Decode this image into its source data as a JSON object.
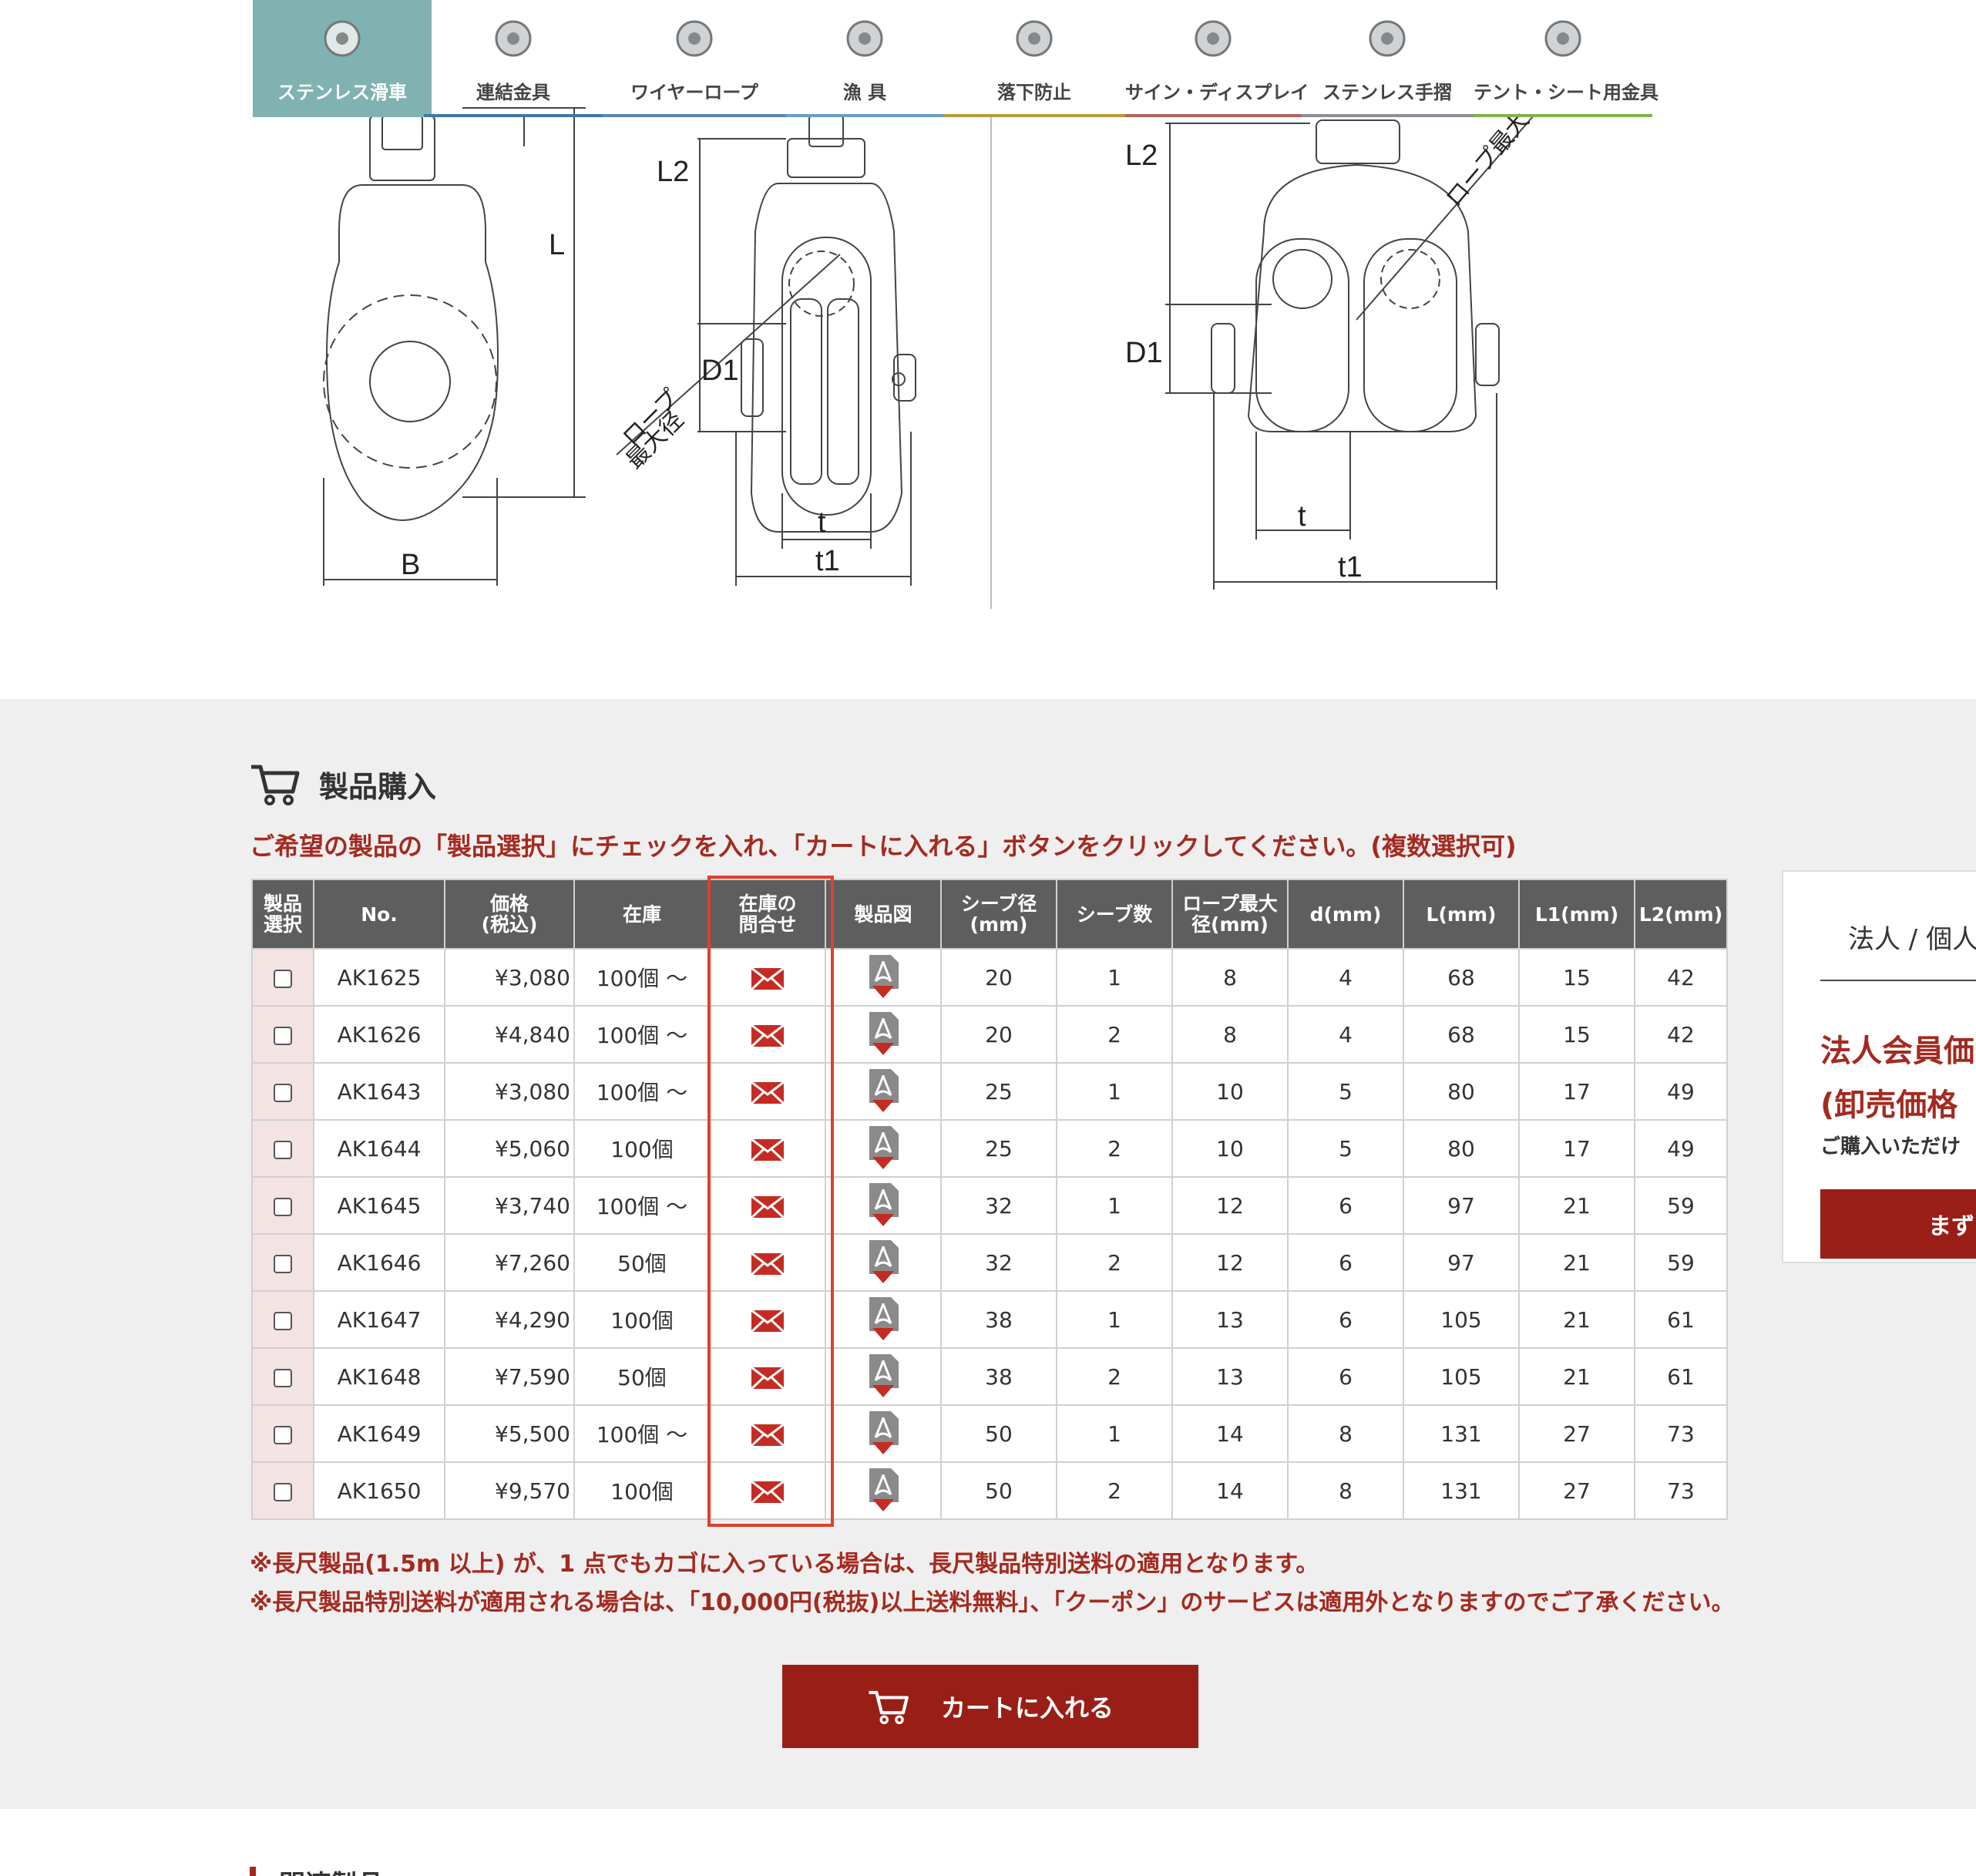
{
  "nav": {
    "categories": [
      {
        "label": "ステンレス滑車",
        "color": "#7fb2b0",
        "icon": "pulley-icon"
      },
      {
        "label": "連結金具",
        "color": "#3d78a8",
        "icon": "shackle-icon"
      },
      {
        "label": "ワイヤーロープ",
        "color": "#5b87b2",
        "icon": "wire-rope-icon"
      },
      {
        "label": "漁 具",
        "color": "#6c9ec6",
        "icon": "fishing-gear-icon"
      },
      {
        "label": "落下防止",
        "color": "#b59a3c",
        "icon": "fall-prevention-icon"
      },
      {
        "label": "サイン・ディスプレイ",
        "color": "#b76262",
        "icon": "sign-display-icon"
      },
      {
        "label": "ステンレス手摺",
        "color": "#8b8f96",
        "icon": "handrail-icon"
      },
      {
        "label": "テント・シート用金具",
        "color": "#7cb34a",
        "icon": "tent-sheet-icon"
      }
    ]
  },
  "diagram": {
    "labels": {
      "L": "L",
      "B": "B",
      "L2": "L2",
      "D1": "D1",
      "t": "t",
      "t1": "t1",
      "rope_max_a": "ロープ",
      "rope_max_b": "最大径",
      "rope_max_right": "ロープ最大"
    }
  },
  "purchase": {
    "title": "製品購入",
    "instruction": "ご希望の製品の「製品選択」にチェックを入れ、「カートに入れる」ボタンをクリックしてください。(複数選択可)",
    "columns": [
      "製品\n選択",
      "No.",
      "価格\n(税込)",
      "在庫",
      "在庫の\n問合せ",
      "製品図",
      "シーブ径\n(mm)",
      "シーブ数",
      "ロープ最大\n径(mm)",
      "d(mm)",
      "L(mm)",
      "L1(mm)",
      "L2(mm)"
    ],
    "rows": [
      {
        "no": "AK1625",
        "price": "¥3,080",
        "stock": "100個 〜",
        "sheave_dia": "20",
        "sheave_count": "1",
        "rope_max": "8",
        "d": "4",
        "L": "68",
        "L1": "15",
        "L2": "42"
      },
      {
        "no": "AK1626",
        "price": "¥4,840",
        "stock": "100個 〜",
        "sheave_dia": "20",
        "sheave_count": "2",
        "rope_max": "8",
        "d": "4",
        "L": "68",
        "L1": "15",
        "L2": "42"
      },
      {
        "no": "AK1643",
        "price": "¥3,080",
        "stock": "100個 〜",
        "sheave_dia": "25",
        "sheave_count": "1",
        "rope_max": "10",
        "d": "5",
        "L": "80",
        "L1": "17",
        "L2": "49"
      },
      {
        "no": "AK1644",
        "price": "¥5,060",
        "stock": "100個",
        "sheave_dia": "25",
        "sheave_count": "2",
        "rope_max": "10",
        "d": "5",
        "L": "80",
        "L1": "17",
        "L2": "49"
      },
      {
        "no": "AK1645",
        "price": "¥3,740",
        "stock": "100個 〜",
        "sheave_dia": "32",
        "sheave_count": "1",
        "rope_max": "12",
        "d": "6",
        "L": "97",
        "L1": "21",
        "L2": "59"
      },
      {
        "no": "AK1646",
        "price": "¥7,260",
        "stock": "50個",
        "sheave_dia": "32",
        "sheave_count": "2",
        "rope_max": "12",
        "d": "6",
        "L": "97",
        "L1": "21",
        "L2": "59"
      },
      {
        "no": "AK1647",
        "price": "¥4,290",
        "stock": "100個",
        "sheave_dia": "38",
        "sheave_count": "1",
        "rope_max": "13",
        "d": "6",
        "L": "105",
        "L1": "21",
        "L2": "61"
      },
      {
        "no": "AK1648",
        "price": "¥7,590",
        "stock": "50個",
        "sheave_dia": "38",
        "sheave_count": "2",
        "rope_max": "13",
        "d": "6",
        "L": "105",
        "L1": "21",
        "L2": "61"
      },
      {
        "no": "AK1649",
        "price": "¥5,500",
        "stock": "100個 〜",
        "sheave_dia": "50",
        "sheave_count": "1",
        "rope_max": "14",
        "d": "8",
        "L": "131",
        "L1": "27",
        "L2": "73"
      },
      {
        "no": "AK1650",
        "price": "¥9,570",
        "stock": "100個",
        "sheave_dia": "50",
        "sheave_count": "2",
        "rope_max": "14",
        "d": "8",
        "L": "131",
        "L1": "27",
        "L2": "73"
      }
    ],
    "notes": [
      "※長尺製品(1.5m 以上) が、1 点でもカゴに入っている場合は、長尺製品特別送料の適用となります。",
      "※長尺製品特別送料が適用される場合は、「10,000円(税抜)以上送料無料」、「クーポン」のサービスは適用外となりますのでご了承ください。"
    ],
    "cart_button": "カートに入れる",
    "accent": "#991f16"
  },
  "side_panel": {
    "title": "法人 / 個人",
    "red_line1": "法人会員価",
    "red_line2": "(卸売価格",
    "small": "ご購入いただけ",
    "button": "まず"
  },
  "related": {
    "title": "関連製品"
  }
}
